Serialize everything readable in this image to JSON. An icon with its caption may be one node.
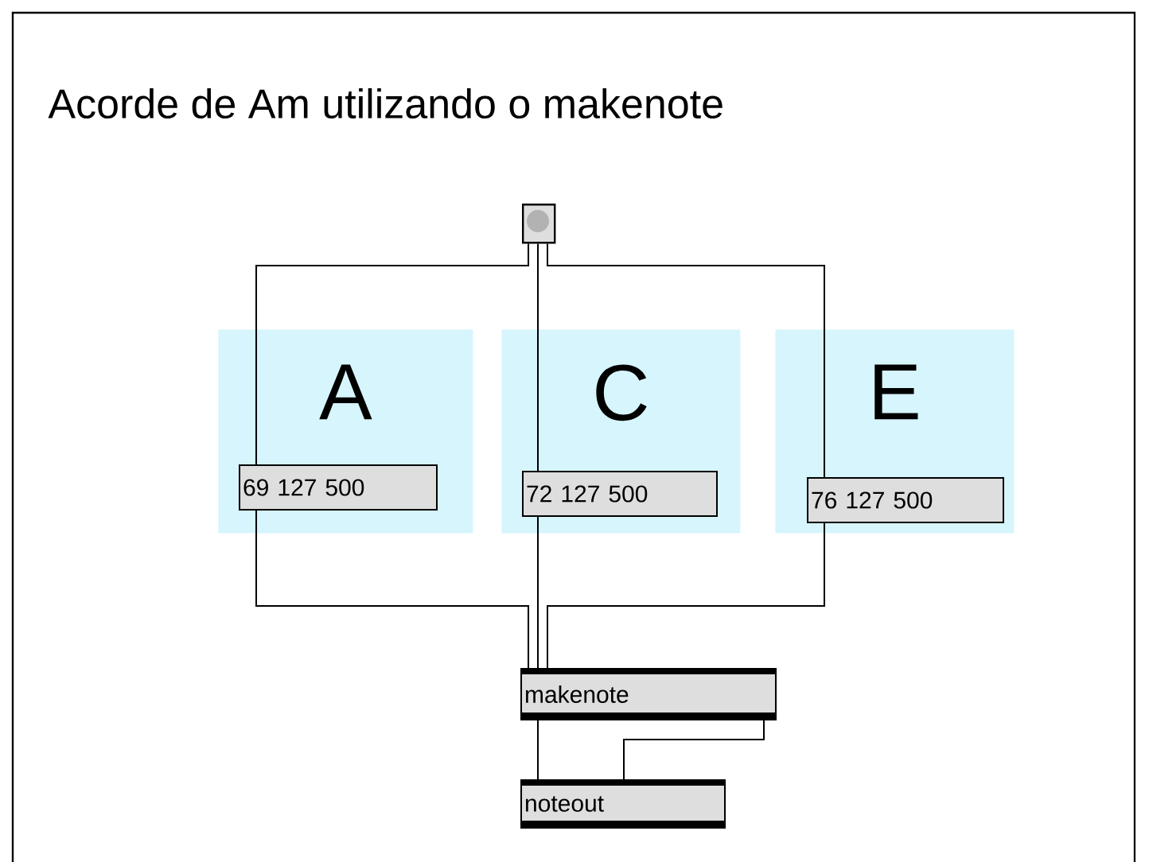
{
  "diagram": {
    "title": "Acorde de Am utilizando o makenote",
    "nodes": [
      {
        "text": [],
        "shape": "button"
      },
      {
        "text": [
          "A"
        ]
      },
      {
        "text": [
          "69 127 500"
        ],
        "in": 1
      },
      {
        "text": [
          "C"
        ]
      },
      {
        "text": [
          "72 127 500"
        ],
        "in": 3
      },
      {
        "text": [
          "E"
        ]
      },
      {
        "text": [
          "76 127 500"
        ],
        "in": 5
      },
      {
        "text": [
          "makenote"
        ]
      },
      {
        "text": [
          "noteout"
        ]
      }
    ],
    "edges": [
      {
        "from": 0,
        "to": 2,
        "arrow": "none"
      },
      {
        "from": 0,
        "to": 4,
        "arrow": "none"
      },
      {
        "from": 0,
        "to": 6,
        "arrow": "none"
      },
      {
        "from": 2,
        "to": 7,
        "arrow": "none"
      },
      {
        "from": 4,
        "to": 7,
        "arrow": "none"
      },
      {
        "from": 6,
        "to": 7,
        "arrow": "none"
      },
      {
        "from": 7,
        "to": 8,
        "arrow": "none"
      },
      {
        "from": 7,
        "to": 8,
        "arrow": "none"
      }
    ]
  }
}
